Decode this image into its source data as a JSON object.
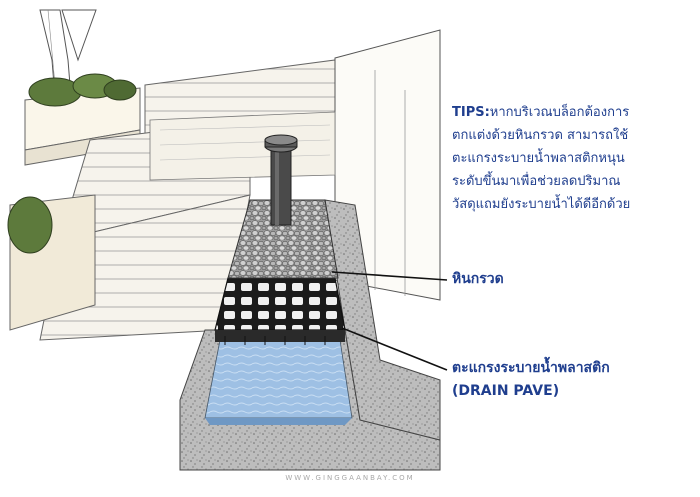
{
  "tips": {
    "prefix": "TIPS:",
    "lines": [
      "หากบริเวณบล็อกต้องการ",
      "ตกแต่งด้วยหินกรวด สามารถใช้",
      "ตะแกรงระบายน้ำพลาสติกหนุน",
      "ระดับขึ้นมาเพื่อช่วยลดปริมาณ",
      "วัสดุแถมยังระบายน้ำได้ดีอีกด้วย"
    ]
  },
  "labels": {
    "gravel": "หินกรวด",
    "drain_line1": "ตะแกรงระบายน้ำพลาสติก",
    "drain_line2": "(DRAIN PAVE)"
  },
  "watermark": "WWW.GINGGAANBAY.COM",
  "colors": {
    "text_accent": "#1f3e8e",
    "water": "#8fb3d9",
    "grid": "#1b1b1b",
    "gravel": "#8a8a8a"
  },
  "icons": [
    "vent-pipe-icon",
    "tree-icon",
    "shrub-icon"
  ]
}
